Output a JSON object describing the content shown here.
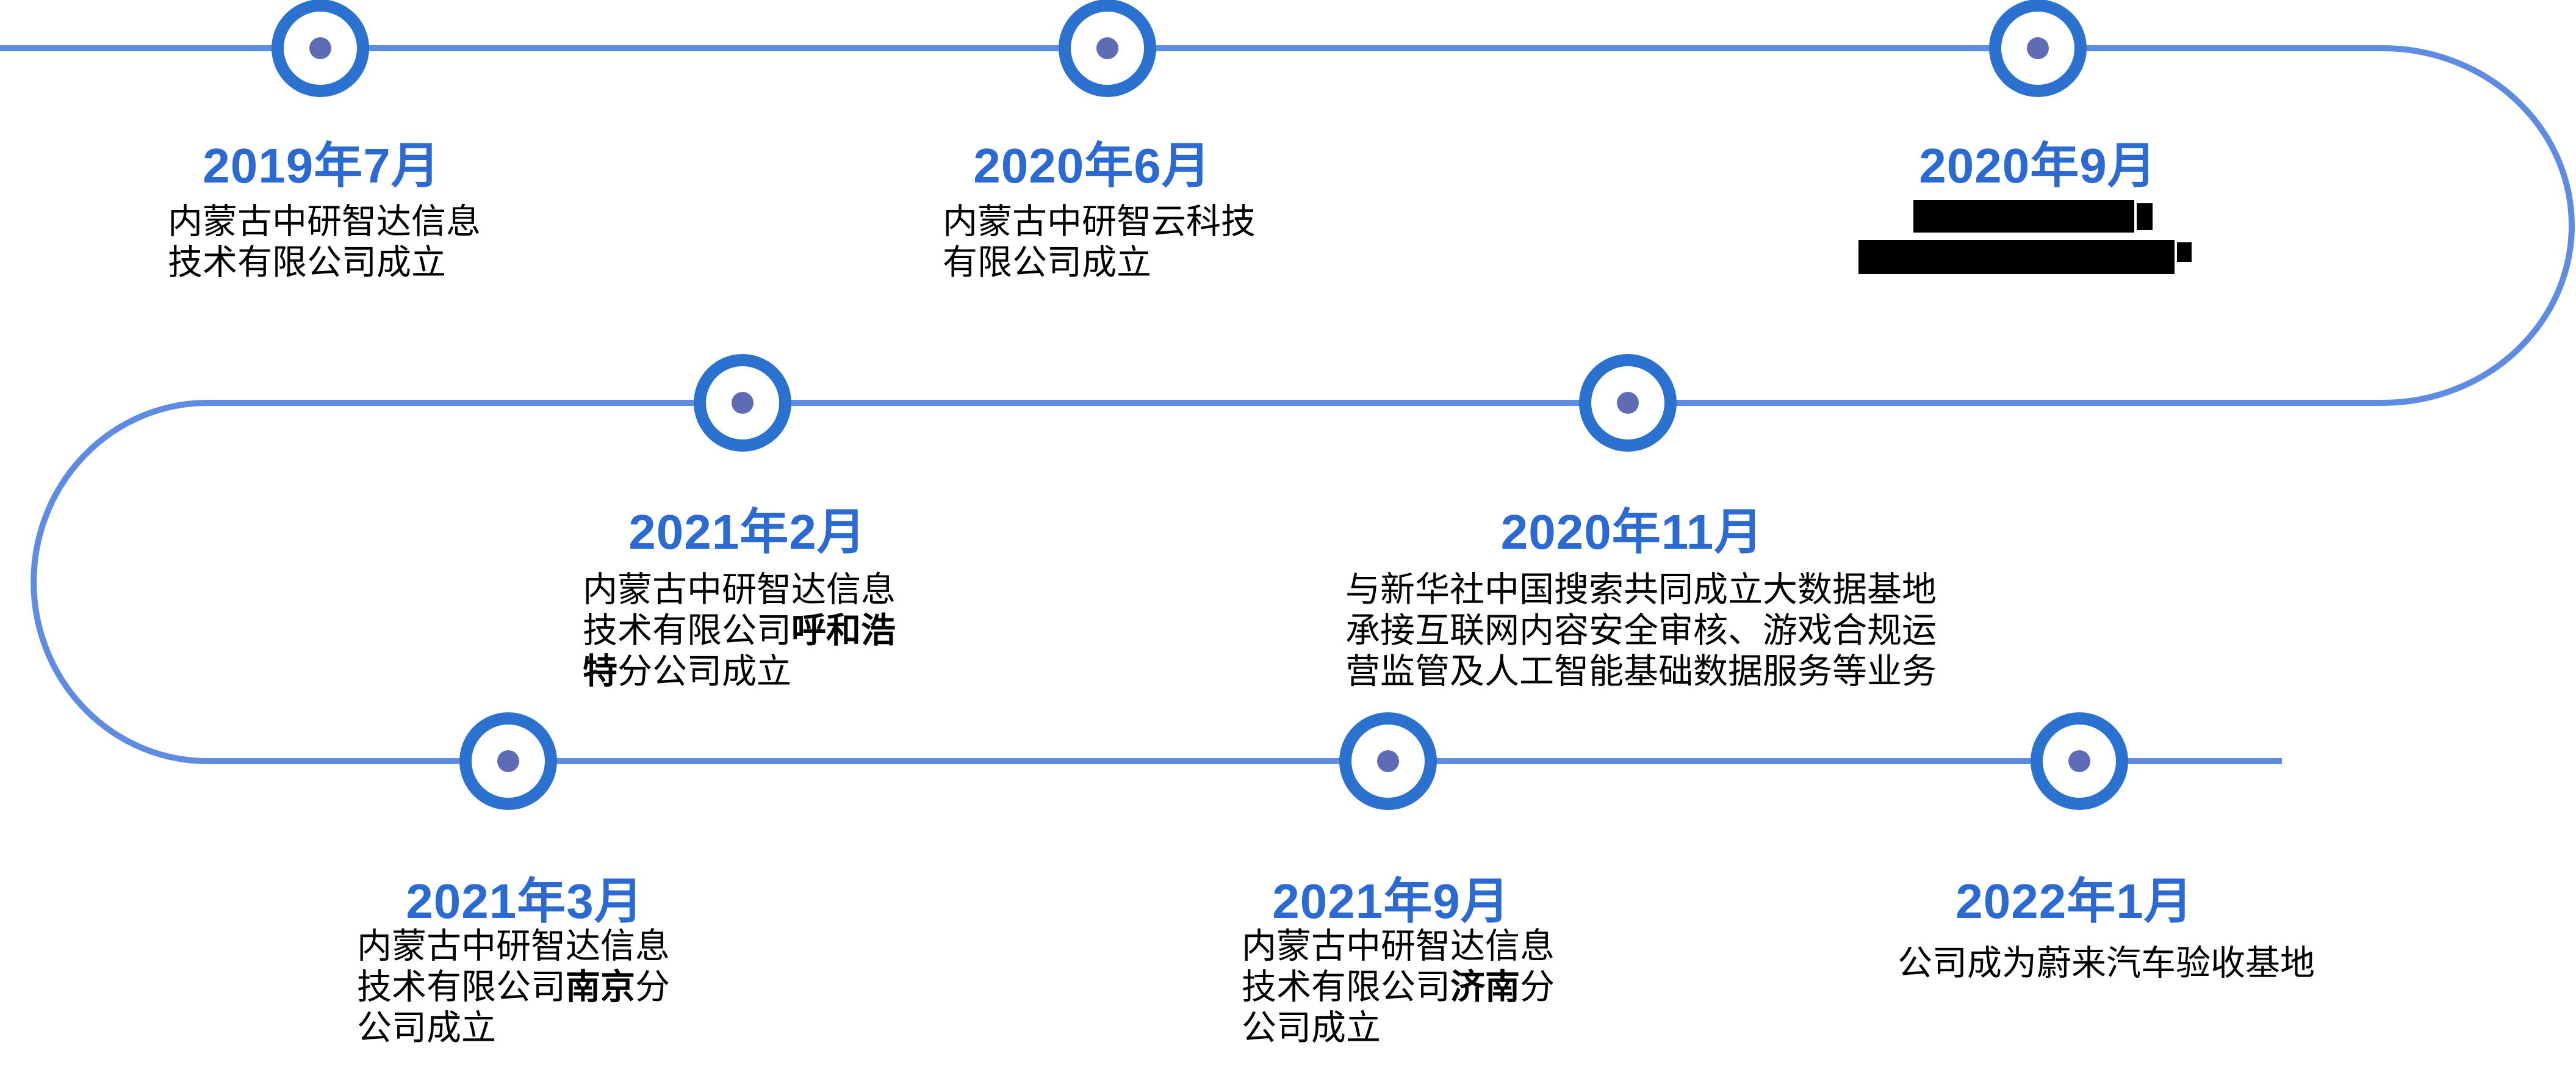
{
  "timeline": {
    "colors": {
      "track": "#5e8ce2",
      "node_ring": "#2b72d0",
      "node_dot": "#5e6cb5",
      "date_text": "#2b6ad3",
      "body_text": "#000000",
      "redaction": "#000000"
    },
    "milestones": [
      {
        "id": "2019-07",
        "date": "2019年7月",
        "lines": [
          {
            "segments": [
              {
                "t": "内蒙古中研智达信息"
              }
            ]
          },
          {
            "segments": [
              {
                "t": "技术有限公司成立"
              }
            ]
          }
        ]
      },
      {
        "id": "2020-06",
        "date": "2020年6月",
        "lines": [
          {
            "segments": [
              {
                "t": "内蒙古中研智云科技"
              }
            ]
          },
          {
            "segments": [
              {
                "t": "有限公司成立"
              }
            ]
          }
        ]
      },
      {
        "id": "2020-09",
        "date": "2020年9月",
        "redacted": true,
        "lines": []
      },
      {
        "id": "2020-11",
        "date": "2020年11月",
        "lines": [
          {
            "segments": [
              {
                "t": "与新华社中国搜索共同成立大数据基地"
              }
            ]
          },
          {
            "segments": [
              {
                "t": "承接互联网内容安全审核、游戏合规运"
              }
            ]
          },
          {
            "segments": [
              {
                "t": "营监管及人工智能基础数据服务等业务"
              }
            ]
          }
        ]
      },
      {
        "id": "2021-02",
        "date": "2021年2月",
        "lines": [
          {
            "segments": [
              {
                "t": "内蒙古中研智达信息"
              }
            ]
          },
          {
            "segments": [
              {
                "t": "技术有限公司"
              },
              {
                "t": "呼和浩",
                "bold": true
              }
            ]
          },
          {
            "segments": [
              {
                "t": "特",
                "bold": true
              },
              {
                "t": "分公司成立"
              }
            ]
          }
        ]
      },
      {
        "id": "2021-03",
        "date": "2021年3月",
        "lines": [
          {
            "segments": [
              {
                "t": "内蒙古中研智达信息"
              }
            ]
          },
          {
            "segments": [
              {
                "t": "技术有限公司"
              },
              {
                "t": "南京",
                "bold": true
              },
              {
                "t": "分"
              }
            ]
          },
          {
            "segments": [
              {
                "t": "公司成立"
              }
            ]
          }
        ]
      },
      {
        "id": "2021-09",
        "date": "2021年9月",
        "lines": [
          {
            "segments": [
              {
                "t": "内蒙古中研智达信息"
              }
            ]
          },
          {
            "segments": [
              {
                "t": "技术有限公司"
              },
              {
                "t": "济南",
                "bold": true
              },
              {
                "t": "分"
              }
            ]
          },
          {
            "segments": [
              {
                "t": "公司成立"
              }
            ]
          }
        ]
      },
      {
        "id": "2022-01",
        "date": "2022年1月",
        "lines": [
          {
            "segments": [
              {
                "t": "公司成为蔚来汽车验收基地"
              }
            ]
          }
        ]
      }
    ]
  }
}
